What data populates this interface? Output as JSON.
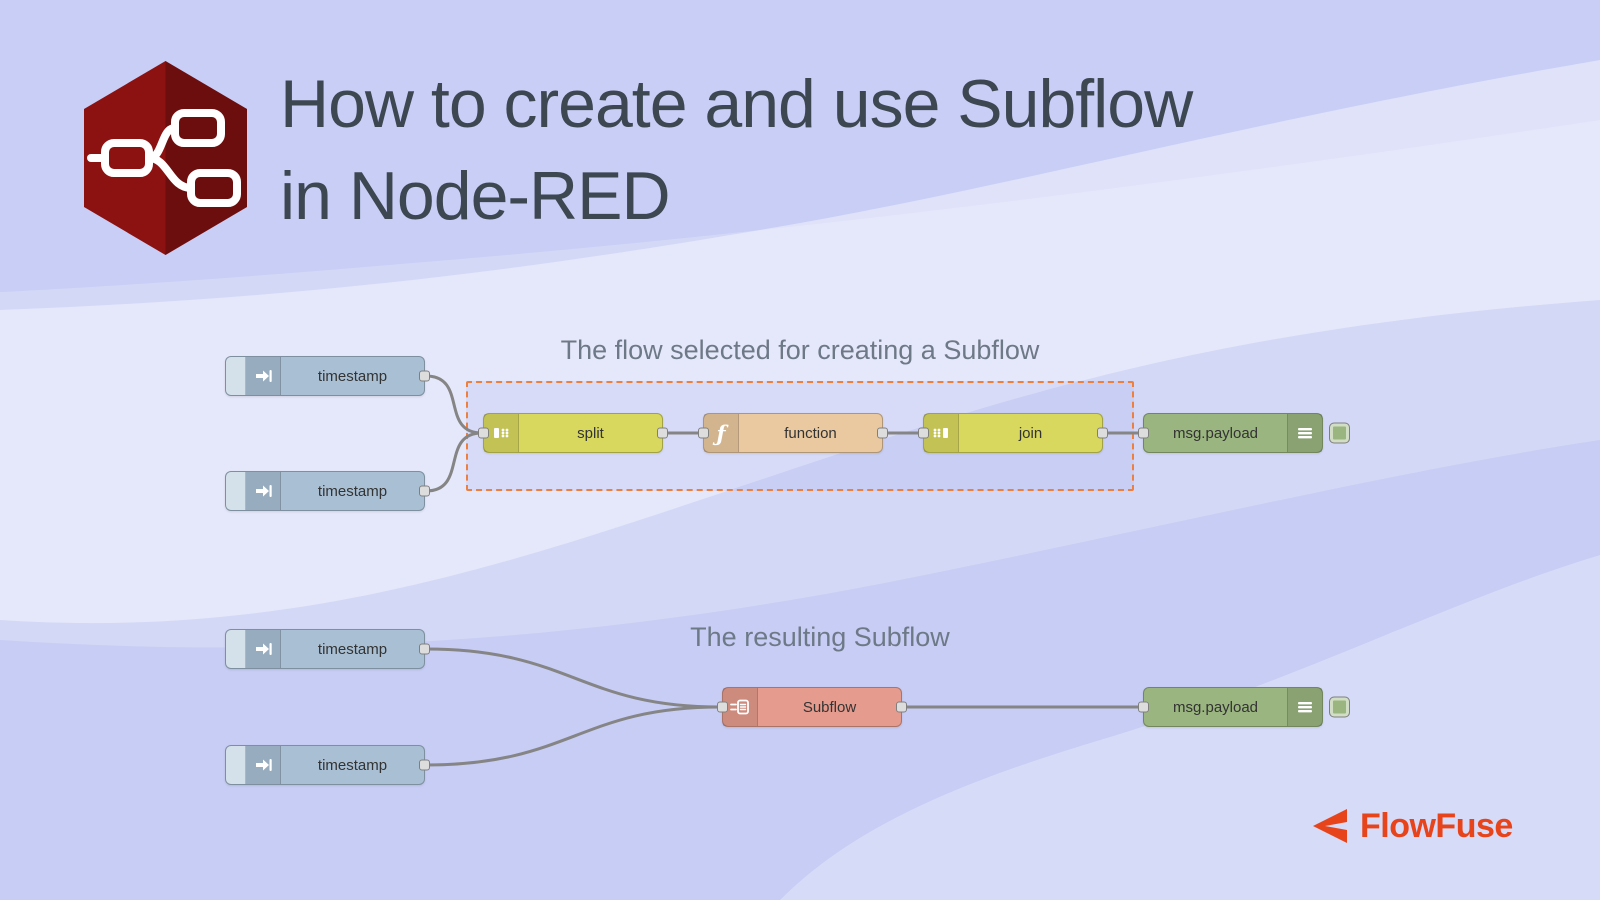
{
  "title": {
    "line1": "How to create and use Subflow",
    "line2": "in Node-RED"
  },
  "flow1": {
    "caption": "The flow selected for creating a Subflow",
    "inject1_label": "timestamp",
    "inject2_label": "timestamp",
    "split_label": "split",
    "function_label": "function",
    "join_label": "join",
    "debug_label": "msg.payload"
  },
  "flow2": {
    "caption": "The resulting Subflow",
    "inject1_label": "timestamp",
    "inject2_label": "timestamp",
    "subflow_label": "Subflow",
    "debug_label": "msg.payload"
  },
  "brand": {
    "name": "FlowFuse"
  },
  "colors": {
    "bg_base": "#d3d8f6",
    "title_color": "#3c4752",
    "caption_color": "#6e7987",
    "label_color": "#333333",
    "node_inject": "#a9c0d4",
    "node_yellow": "#d8d85f",
    "node_function": "#eac9a0",
    "node_debug": "#9ab57f",
    "node_subflow": "#e59b8d",
    "port_fill": "#dddddd",
    "port_border": "#7f7f7f",
    "wire": "#858585",
    "selection": "#ef7f3d",
    "brand": "#e8441c",
    "logo_red": "#8c1212"
  }
}
